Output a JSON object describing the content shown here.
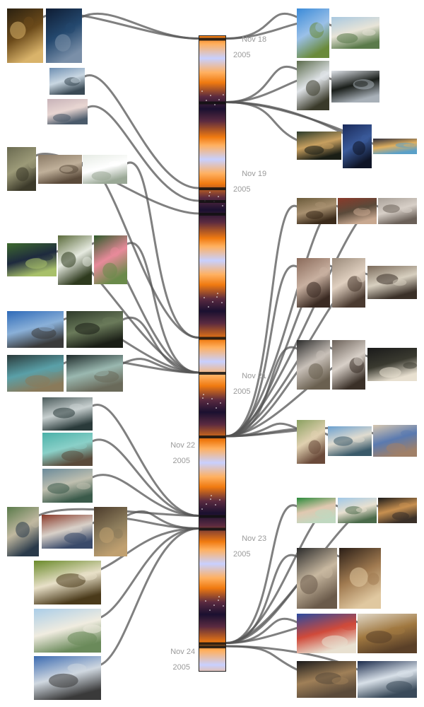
{
  "timeline": {
    "days": [
      {
        "month_day": "Nov 18",
        "year": "2005"
      },
      {
        "month_day": "Nov 19",
        "year": "2005"
      },
      {
        "month_day": "Nov 21",
        "year": "2005"
      },
      {
        "month_day": "Nov 22",
        "year": "2005"
      },
      {
        "month_day": "Nov 23",
        "year": "2005"
      },
      {
        "month_day": "Nov 24",
        "year": "2005"
      }
    ]
  },
  "photos": [
    {
      "name": "photo-hotel-night",
      "subject": "hotel at night",
      "palette": [
        "#2a2010",
        "#6b4a1a",
        "#d9b36a"
      ]
    },
    {
      "name": "photo-pool-palms-night",
      "subject": "palms at night",
      "palette": [
        "#0e1c33",
        "#24486e",
        "#7a8fa8"
      ]
    },
    {
      "name": "photo-beach-boat",
      "subject": "boat at beach",
      "palette": [
        "#6e8fb2",
        "#c9d7e2",
        "#3a4a55"
      ]
    },
    {
      "name": "photo-beach-sunset-people",
      "subject": "beach sunset",
      "palette": [
        "#c7b2b8",
        "#e8d6d2",
        "#4a5a6a"
      ]
    },
    {
      "name": "photo-lizard-on-tree",
      "subject": "lizard",
      "palette": [
        "#6a6a50",
        "#9c9a78",
        "#3c3a2a"
      ]
    },
    {
      "name": "photo-driftwood",
      "subject": "driftwood",
      "palette": [
        "#8a7a66",
        "#c0b09a",
        "#5a4a3a"
      ]
    },
    {
      "name": "photo-white-flower",
      "subject": "white flower",
      "palette": [
        "#e6ebe4",
        "#ffffff",
        "#9aa896"
      ]
    },
    {
      "name": "photo-moorhen",
      "subject": "waterbird",
      "palette": [
        "#3e6a2e",
        "#1e2a3e",
        "#a8c06a"
      ]
    },
    {
      "name": "photo-egret",
      "subject": "egret",
      "palette": [
        "#5a6a3a",
        "#e6eae0",
        "#2e3a1e"
      ]
    },
    {
      "name": "photo-flamingo",
      "subject": "flamingo",
      "palette": [
        "#2e5a2a",
        "#e88a9a",
        "#6a8a4a"
      ]
    },
    {
      "name": "photo-basilica",
      "subject": "basilica",
      "palette": [
        "#2e6ab8",
        "#8ab0d8",
        "#3a3a3a"
      ]
    },
    {
      "name": "photo-cave-forest",
      "subject": "cave entrance",
      "palette": [
        "#2e3a2a",
        "#6a7a5a",
        "#1a1e16"
      ]
    },
    {
      "name": "photo-cave-pool",
      "subject": "cave pool",
      "palette": [
        "#2a3a3a",
        "#5aa0a8",
        "#8a7a5a"
      ]
    },
    {
      "name": "photo-cave-arch",
      "subject": "cave arch",
      "palette": [
        "#1e2a2a",
        "#9ab8b0",
        "#6a6a5a"
      ]
    },
    {
      "name": "photo-waterfall-rocks",
      "subject": "waterfall",
      "palette": [
        "#4a5a5a",
        "#c8d0d0",
        "#2a3a3a"
      ]
    },
    {
      "name": "photo-turquoise-pool",
      "subject": "turquoise pool",
      "palette": [
        "#4ab0a8",
        "#8ad0c8",
        "#5a4a3a"
      ]
    },
    {
      "name": "photo-market-rugs",
      "subject": "market stall",
      "palette": [
        "#6a8a9a",
        "#c0c0b0",
        "#3a5a4a"
      ]
    },
    {
      "name": "photo-colonial-street",
      "subject": "colonial street",
      "palette": [
        "#5a7a4a",
        "#c0b8a0",
        "#2a3a4a"
      ]
    },
    {
      "name": "photo-meat-stall",
      "subject": "meat stall",
      "palette": [
        "#8a3a2a",
        "#d8d0c8",
        "#3a4a6a"
      ]
    },
    {
      "name": "photo-vendors",
      "subject": "street vendors",
      "palette": [
        "#4a3a2a",
        "#8a7a5a",
        "#c0a070"
      ]
    },
    {
      "name": "photo-fruit-cart",
      "subject": "fruit cart",
      "palette": [
        "#6a8a2a",
        "#e8e0c8",
        "#4a3a1a"
      ]
    },
    {
      "name": "photo-palace",
      "subject": "palace",
      "palette": [
        "#aacde8",
        "#f0ece0",
        "#6a8a5a"
      ]
    },
    {
      "name": "photo-motorbike",
      "subject": "motorbike",
      "palette": [
        "#3a6ab0",
        "#d0d8e0",
        "#3a3a3a"
      ]
    },
    {
      "name": "photo-tall-palm",
      "subject": "tall palm",
      "palette": [
        "#3a8ad8",
        "#9ac0e8",
        "#6a8a3a"
      ]
    },
    {
      "name": "photo-beach-palm-row",
      "subject": "beach",
      "palette": [
        "#a8c8e0",
        "#e8e4d8",
        "#5a7a4a"
      ]
    },
    {
      "name": "photo-palm-grove-man",
      "subject": "man under palms",
      "palette": [
        "#5a6a4a",
        "#e0e4e8",
        "#3a3a2a"
      ]
    },
    {
      "name": "photo-palm-silhouettes",
      "subject": "palm silhouettes",
      "palette": [
        "#e0e4ea",
        "#1a1e1a",
        "#a8b0b8"
      ]
    },
    {
      "name": "photo-palms-dusk",
      "subject": "palms at dusk",
      "palette": [
        "#2a3a2a",
        "#c8a060",
        "#1a1e16"
      ]
    },
    {
      "name": "photo-palms-night-blue",
      "subject": "palms at night",
      "palette": [
        "#1a2a5a",
        "#3a5a9a",
        "#0e1426"
      ]
    },
    {
      "name": "photo-resort-night",
      "subject": "resort at night",
      "palette": [
        "#2a2a3a",
        "#e0b060",
        "#5aa0c8"
      ]
    },
    {
      "name": "photo-crab-seaweed",
      "subject": "crab",
      "palette": [
        "#6a5a3a",
        "#a89070",
        "#3a2a1a"
      ]
    },
    {
      "name": "photo-crab-closeup",
      "subject": "crab closeup",
      "palette": [
        "#8a3a2a",
        "#5a4a3a",
        "#c8a890"
      ]
    },
    {
      "name": "photo-rock-shell",
      "subject": "rock",
      "palette": [
        "#a8a098",
        "#d8d0c8",
        "#6a6058"
      ]
    },
    {
      "name": "photo-cave-stalactites",
      "subject": "stalactites",
      "palette": [
        "#8a6a5a",
        "#c8b0a0",
        "#3a2a22"
      ]
    },
    {
      "name": "photo-cave-formations",
      "subject": "cave formations",
      "palette": [
        "#9a8a7a",
        "#e0d0c0",
        "#4a3a30"
      ]
    },
    {
      "name": "photo-cave-ceiling",
      "subject": "cave ceiling",
      "palette": [
        "#7a6a5a",
        "#d8d0c0",
        "#3a3028"
      ]
    },
    {
      "name": "photo-cave-lit",
      "subject": "lit cave",
      "palette": [
        "#2a2a2a",
        "#c8c0b8",
        "#6a6050"
      ]
    },
    {
      "name": "photo-cave-column",
      "subject": "cave column",
      "palette": [
        "#6a6058",
        "#d8d0c8",
        "#3a3028"
      ]
    },
    {
      "name": "photo-cave-dark-light",
      "subject": "dark cave",
      "palette": [
        "#1a1a1a",
        "#3a3a30",
        "#e8e0d0"
      ]
    },
    {
      "name": "photo-child-sand",
      "subject": "child",
      "palette": [
        "#8aa060",
        "#e0d0b0",
        "#6a4a3a"
      ]
    },
    {
      "name": "photo-beach-walkers",
      "subject": "beach walkers",
      "palette": [
        "#6aa0d0",
        "#e0dcd0",
        "#3a5a6a"
      ]
    },
    {
      "name": "photo-beach-legs",
      "subject": "beach",
      "palette": [
        "#d8c8b0",
        "#5a7ab0",
        "#a08068"
      ]
    },
    {
      "name": "photo-wristband",
      "subject": "wristband",
      "palette": [
        "#2a8a3a",
        "#e0c8b0",
        "#c0d8c0"
      ]
    },
    {
      "name": "photo-beach-umbrellas",
      "subject": "beach umbrellas",
      "palette": [
        "#a0c8e8",
        "#e8e0d0",
        "#4a6a4a"
      ]
    },
    {
      "name": "photo-beach-bar-night",
      "subject": "bar at night",
      "palette": [
        "#1a1a1a",
        "#c89050",
        "#3a3028"
      ]
    },
    {
      "name": "photo-souvenir-stall",
      "subject": "souvenir stall",
      "palette": [
        "#2a2a2a",
        "#c8b8a0",
        "#6a5a4a"
      ]
    },
    {
      "name": "photo-wood-carvings",
      "subject": "wood carvings",
      "palette": [
        "#2a1e16",
        "#a07a50",
        "#e0c8a0"
      ]
    },
    {
      "name": "photo-crafts-table",
      "subject": "crafts table",
      "palette": [
        "#2a4aa0",
        "#d04a3a",
        "#e8e0d0"
      ]
    },
    {
      "name": "photo-figurines",
      "subject": "figurines",
      "palette": [
        "#e0d8c8",
        "#a07840",
        "#5a4028"
      ]
    },
    {
      "name": "photo-paintings-night",
      "subject": "paintings",
      "palette": [
        "#1a1a1a",
        "#a08058",
        "#5a4a3a"
      ]
    },
    {
      "name": "photo-airport-plane",
      "subject": "airport",
      "palette": [
        "#1a2a4a",
        "#d8e0e8",
        "#3a4a5a"
      ]
    }
  ],
  "links": [
    {
      "photo": 0,
      "t": 0.005
    },
    {
      "photo": 1,
      "t": 0.005
    },
    {
      "photo": 2,
      "t": 0.24
    },
    {
      "photo": 3,
      "t": 0.26
    },
    {
      "photo": 4,
      "t": 0.28
    },
    {
      "photo": 5,
      "t": 0.475
    },
    {
      "photo": 6,
      "t": 0.475
    },
    {
      "photo": 7,
      "t": 0.53
    },
    {
      "photo": 8,
      "t": 0.53
    },
    {
      "photo": 9,
      "t": 0.53
    },
    {
      "photo": 10,
      "t": 0.53
    },
    {
      "photo": 11,
      "t": 0.53
    },
    {
      "photo": 12,
      "t": 0.53
    },
    {
      "photo": 13,
      "t": 0.53
    },
    {
      "photo": 14,
      "t": 0.755
    },
    {
      "photo": 15,
      "t": 0.755
    },
    {
      "photo": 16,
      "t": 0.755
    },
    {
      "photo": 17,
      "t": 0.755
    },
    {
      "photo": 18,
      "t": 0.775
    },
    {
      "photo": 19,
      "t": 0.775
    },
    {
      "photo": 20,
      "t": 0.775
    },
    {
      "photo": 21,
      "t": 0.775
    },
    {
      "photo": 22,
      "t": 0.775
    },
    {
      "photo": 23,
      "t": 0.005
    },
    {
      "photo": 24,
      "t": 0.005
    },
    {
      "photo": 25,
      "t": 0.105
    },
    {
      "photo": 26,
      "t": 0.105
    },
    {
      "photo": 27,
      "t": 0.105
    },
    {
      "photo": 28,
      "t": 0.105
    },
    {
      "photo": 29,
      "t": 0.105
    },
    {
      "photo": 30,
      "t": 0.63
    },
    {
      "photo": 31,
      "t": 0.63
    },
    {
      "photo": 32,
      "t": 0.63
    },
    {
      "photo": 33,
      "t": 0.63
    },
    {
      "photo": 34,
      "t": 0.63
    },
    {
      "photo": 35,
      "t": 0.63
    },
    {
      "photo": 36,
      "t": 0.63
    },
    {
      "photo": 37,
      "t": 0.63
    },
    {
      "photo": 38,
      "t": 0.63
    },
    {
      "photo": 39,
      "t": 0.63
    },
    {
      "photo": 40,
      "t": 0.63
    },
    {
      "photo": 41,
      "t": 0.63
    },
    {
      "photo": 42,
      "t": 0.955
    },
    {
      "photo": 43,
      "t": 0.955
    },
    {
      "photo": 44,
      "t": 0.955
    },
    {
      "photo": 45,
      "t": 0.955
    },
    {
      "photo": 46,
      "t": 0.955
    },
    {
      "photo": 47,
      "t": 0.955
    },
    {
      "photo": 48,
      "t": 0.955
    },
    {
      "photo": 49,
      "t": 0.96
    },
    {
      "photo": 50,
      "t": 0.96
    }
  ]
}
